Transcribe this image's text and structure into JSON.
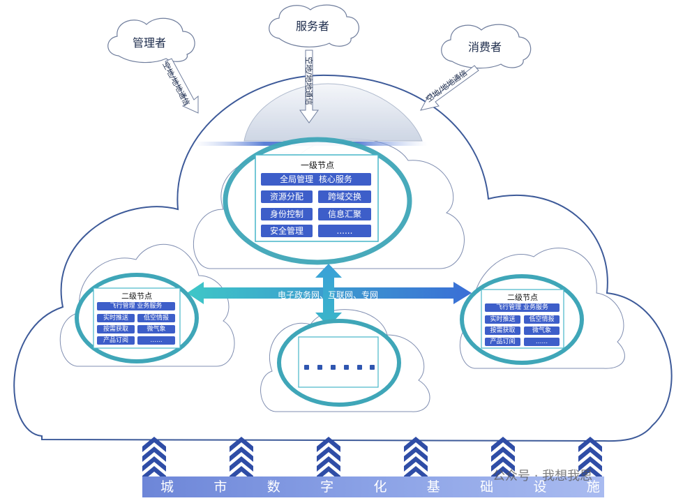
{
  "actors": {
    "manager": "管理者",
    "service_provider": "服务者",
    "consumer": "消费者"
  },
  "links": {
    "left": "空地/地地通信",
    "center": "空地/地地通信",
    "right": "空地/地地通信"
  },
  "level1": {
    "title": "一级节点",
    "items": [
      "全局管理",
      "核心服务",
      "资源分配",
      "跨域交换",
      "身份控制",
      "信息汇聚",
      "安全管理",
      "......"
    ]
  },
  "level2_left": {
    "title": "二级节点",
    "header": "飞行管理  业务服务",
    "items": [
      "实时推送",
      "低空情报",
      "按需获取",
      "微气象",
      "产品订阅",
      "......"
    ]
  },
  "level2_right": {
    "title": "二级节点",
    "header": "飞行管理  业务服务",
    "items": [
      "实时推送",
      "低空情报",
      "按需获取",
      "微气象",
      "产品订阅",
      "......"
    ]
  },
  "network_label": "电子政务网、互联网、专网",
  "infrastructure_chars": [
    "城",
    "市",
    "数",
    "字",
    "化",
    "基",
    "础",
    "设",
    "施"
  ],
  "watermark": "公众号 · 我想我思",
  "colors": {
    "cloud_stroke": "#3d5a99",
    "node_ring": "#3fa6b8",
    "cell_fill": "#3d5ec9",
    "arrow_start": "#3ec7c7",
    "arrow_end": "#3a6ed6",
    "chevron": "#2f4da6",
    "infra_bar": "#7d95e0"
  }
}
